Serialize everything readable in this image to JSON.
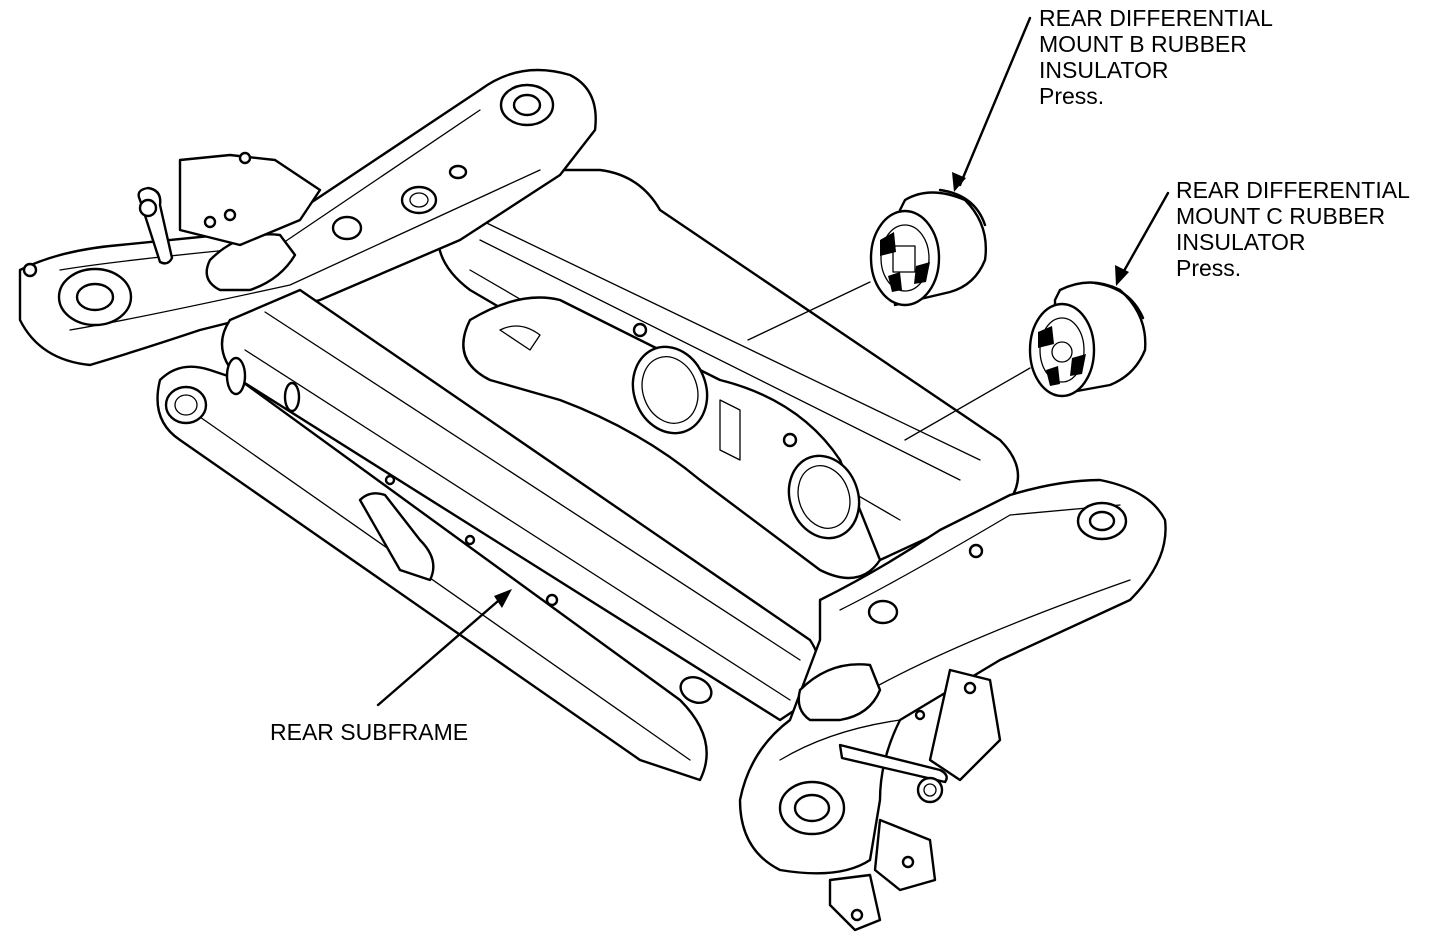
{
  "labels": {
    "mount_b": {
      "line1": "REAR DIFFERENTIAL",
      "line2": "MOUNT B RUBBER",
      "line3": "INSULATOR",
      "line4": "Press."
    },
    "mount_c": {
      "line1": "REAR DIFFERENTIAL",
      "line2": "MOUNT C RUBBER",
      "line3": "INSULATOR",
      "line4": "Press."
    },
    "subframe": "REAR SUBFRAME"
  },
  "colors": {
    "line": "#000000",
    "background": "#ffffff"
  }
}
